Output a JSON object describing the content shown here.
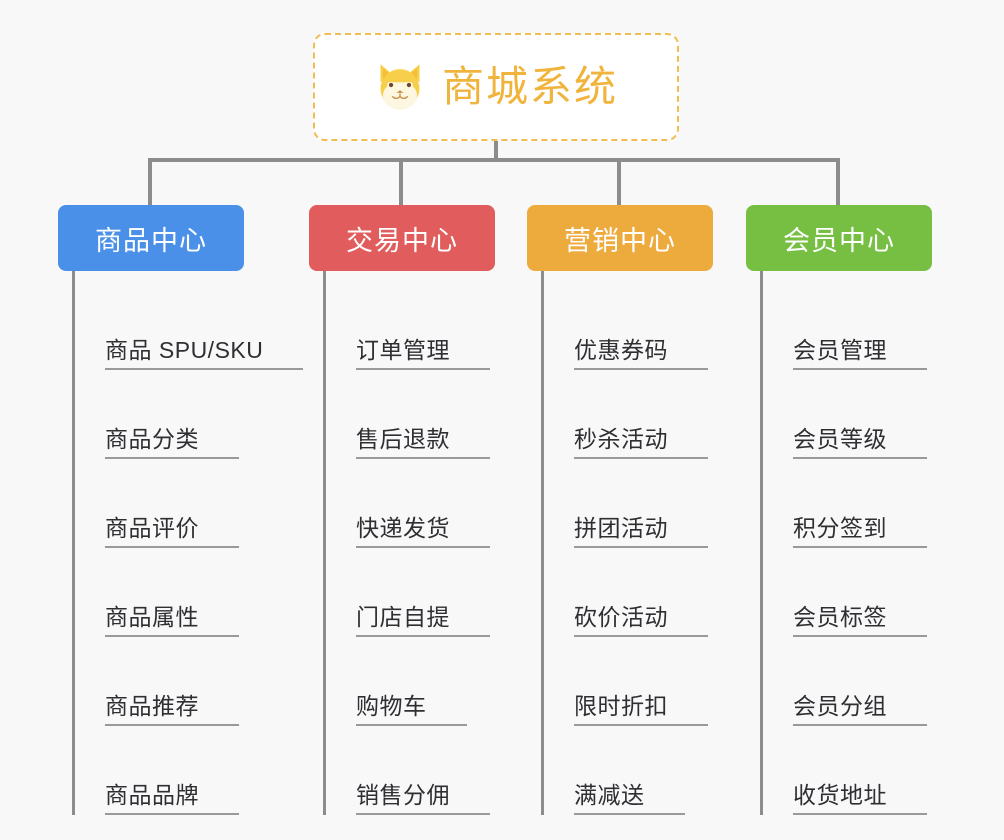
{
  "root": {
    "title": "商城系统",
    "icon": "shiba-dog-icon",
    "accent_color": "#f0b43c",
    "border_color": "#f2bc50",
    "background": "#ffffff"
  },
  "canvas": {
    "background": "#f8f8f8",
    "connector_color": "#8c8c8c"
  },
  "branches": [
    {
      "label": "商品中心",
      "color": "#4a90e8",
      "items": [
        "商品 SPU/SKU",
        "商品分类",
        "商品评价",
        "商品属性",
        "商品推荐",
        "商品品牌"
      ]
    },
    {
      "label": "交易中心",
      "color": "#e15c5c",
      "items": [
        "订单管理",
        "售后退款",
        "快递发货",
        "门店自提",
        "购物车",
        "销售分佣"
      ]
    },
    {
      "label": "营销中心",
      "color": "#edab3e",
      "items": [
        "优惠券码",
        "秒杀活动",
        "拼团活动",
        "砍价活动",
        "限时折扣",
        "满减送"
      ]
    },
    {
      "label": "会员中心",
      "color": "#76bf43",
      "items": [
        "会员管理",
        "会员等级",
        "积分签到",
        "会员标签",
        "会员分组",
        "收货地址"
      ]
    }
  ]
}
